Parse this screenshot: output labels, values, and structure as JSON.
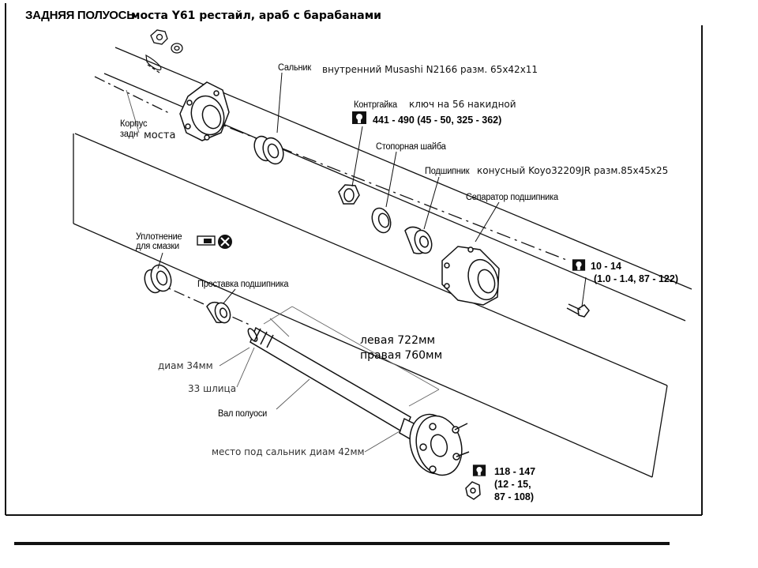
{
  "title": {
    "heading": "ЗАДНЯЯ ПОЛУОСЬ",
    "subtitle": "моста Y61 рестайл, араб с барабанами"
  },
  "labels": {
    "housing_line1": "Корпус",
    "housing_line2": "задн",
    "housing_note": "моста",
    "seal": "Сальник",
    "seal_note": "внутренний Musashi N2166 разм. 65x42x11",
    "locknut": "Контргайка",
    "locknut_note": "ключ на 56 накидной",
    "locknut_torque": "441 - 490 (45 - 50, 325 - 362)",
    "lock_washer": "Стопорная шайба",
    "bearing": "Подшипник",
    "bearing_note": "конусный Koyo32209JR разм.85x45x25",
    "bearing_cage": "Сепаратор подшипника",
    "grease_seal_line1": "Уплотнение",
    "grease_seal_line2": "для смазки",
    "bearing_spacer": "Проставка подшипника",
    "bolt_torque_1": "10 - 14",
    "bolt_torque_2": "(1.0 - 1.4, 87 - 122)",
    "length_left": "левая 722мм",
    "length_right": "правая 760мм",
    "spline_diam": "диам  34мм",
    "splines": "33 шлица",
    "axle_shaft": "Вал полуоси",
    "seal_seat": "место под сальник диам 42мм",
    "hub_torque_1": "118 - 147",
    "hub_torque_2": "(12 - 15,",
    "hub_torque_3": "87 - 108)"
  }
}
